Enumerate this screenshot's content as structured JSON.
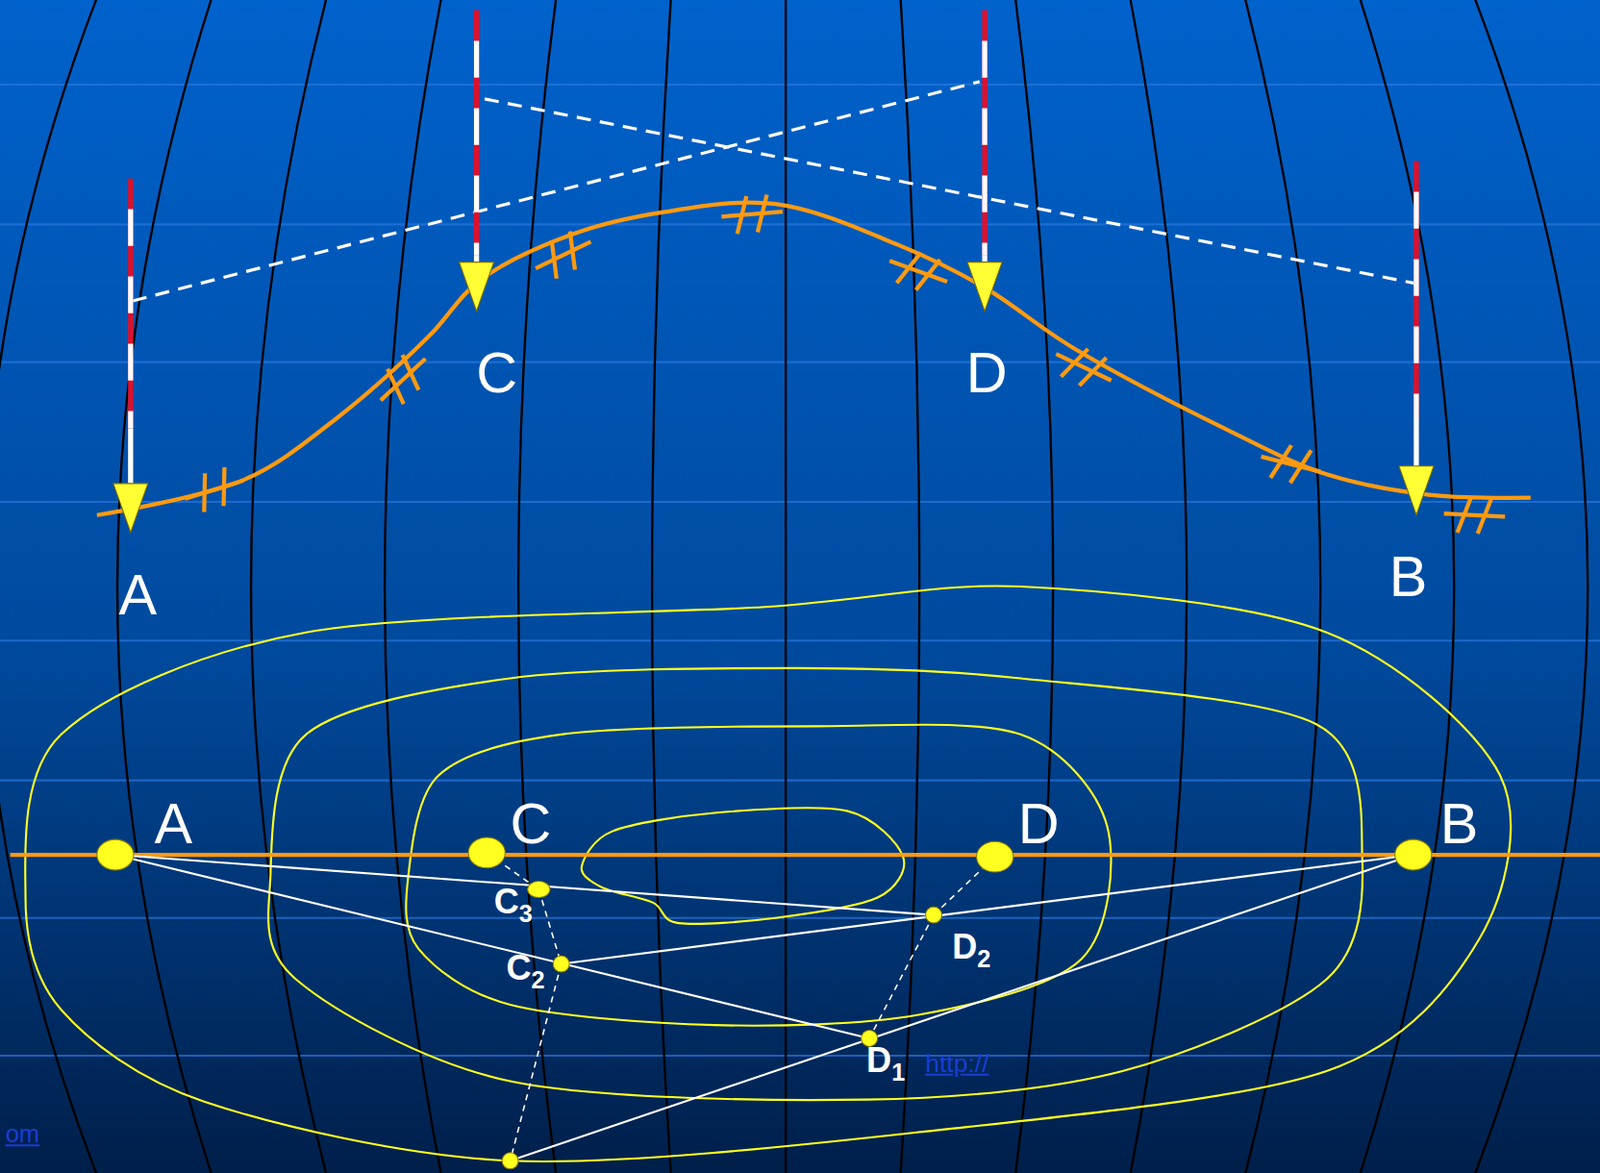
{
  "diagram": {
    "labels": [
      "A",
      "C",
      "D",
      "B",
      "A",
      "C",
      "D",
      "B",
      "C3",
      "C2",
      "D2",
      "D1",
      "http://",
      "om"
    ]
  }
}
